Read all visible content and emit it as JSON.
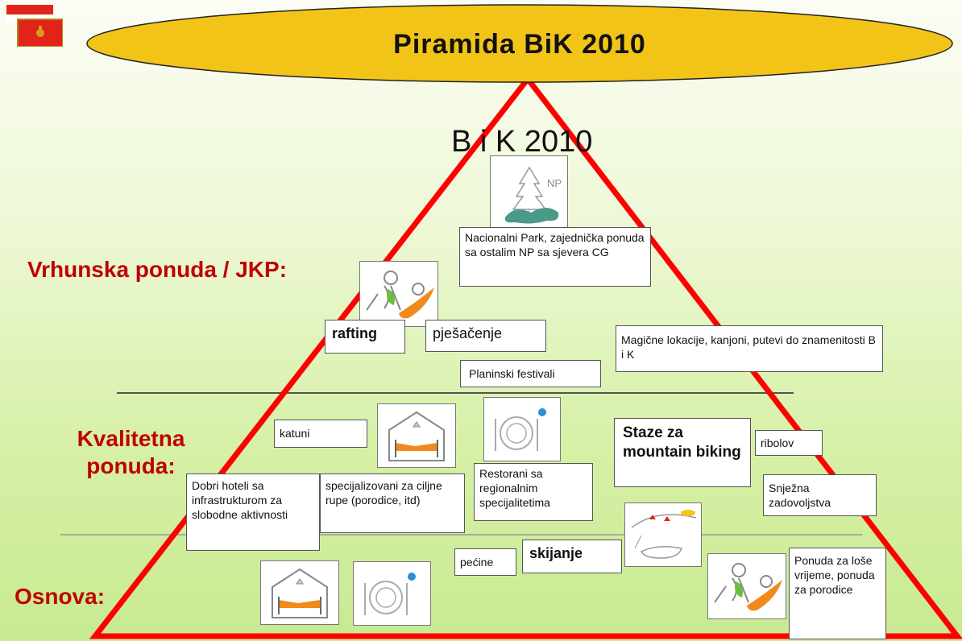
{
  "title": "Piramida BiK 2010",
  "subtitle": "B i K 2010",
  "np_icon_text": "NP",
  "levels": {
    "top": "Vrhunska ponuda / JKP:",
    "middle": "Kvalitetna ponuda:",
    "base": "Osnova:"
  },
  "boxes": {
    "nacionalni_park": "Nacionalni Park, zajednička ponuda sa ostalim NP sa sjevera CG",
    "rafting": "rafting",
    "pjesacenje": "pješačenje",
    "magicne_lokacije": "Magične lokacije, kanjoni, putevi do znamenitosti B i K",
    "planinski_festivali": "Planinski festivali",
    "katuni": "katuni",
    "staze": "Staze za mountain biking",
    "ribolov": "ribolov",
    "restorani": "Restorani sa regionalnim specijalitetima",
    "snijezna": "Snježna zadovoljstva",
    "dobri_hoteli": "Dobri hoteli sa infrastrukturom za slobodne aktivnosti",
    "specijalizovani": "specijalizovani za ciljne rupe (porodice, itd)",
    "pecine": "pećine",
    "skijanje": "skijanje",
    "ponuda_lose": "Ponuda za loše vrijeme, ponuda za porodice"
  },
  "colors": {
    "pyramid_edge": "#ff0000",
    "title_ellipse": "#f2c418",
    "level_label": "#c00000",
    "divider": "#555555"
  },
  "icons": [
    "flag-icon",
    "np-tree-icon",
    "rafting-icon",
    "house-bed-icon",
    "plate-cutlery-icon",
    "ski-landscape-icon"
  ]
}
